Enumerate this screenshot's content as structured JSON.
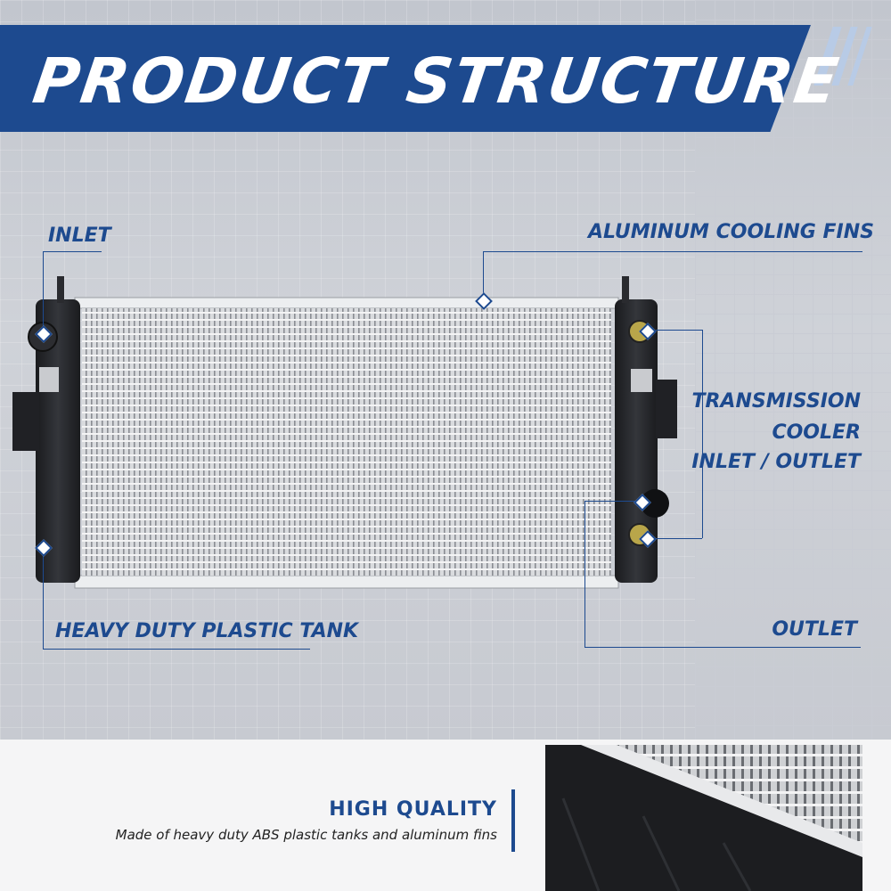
{
  "header": {
    "title": "PRODUCT STRUCTURE"
  },
  "callouts": {
    "inlet": "INLET",
    "aluminum_fins": "ALUMINUM COOLING FINS",
    "transmission_line1": "TRANSMISSION",
    "transmission_line2": "COOLER",
    "transmission_line3": "INLET / OUTLET",
    "plastic_tank": "HEAVY DUTY PLASTIC TANK",
    "outlet": "OUTLET"
  },
  "feature": {
    "title": "HIGH QUALITY",
    "description": "Made of heavy duty ABS plastic tanks and aluminum fins"
  },
  "colors": {
    "brand_blue": "#1d4a8f",
    "banner_stripe": "#b8cbe6"
  }
}
